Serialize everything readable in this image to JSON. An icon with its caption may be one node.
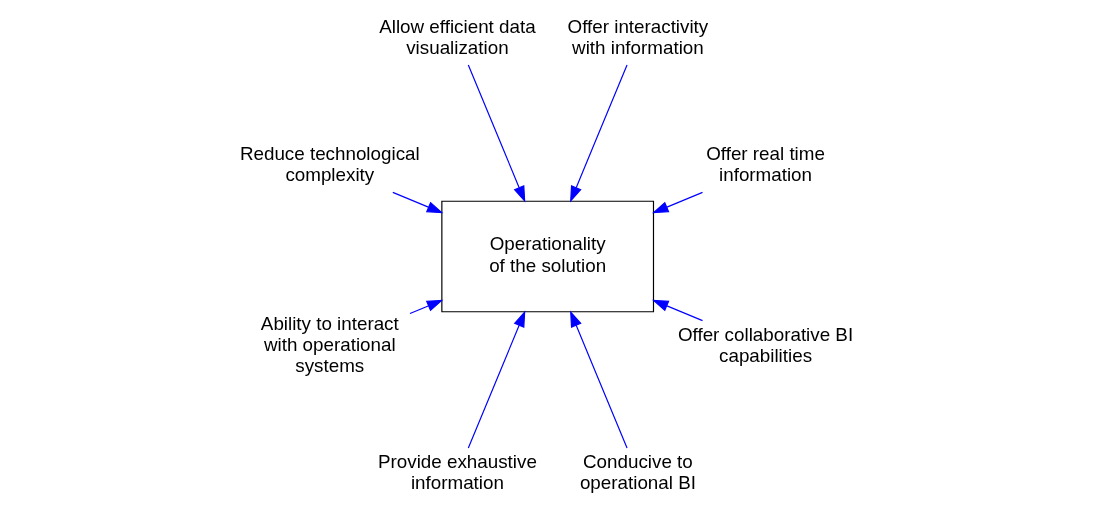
{
  "diagram": {
    "nodes": [
      {
        "text": [
          "Operationality of the solution"
        ]
      },
      {
        "text": [
          "Offer real time information"
        ]
      },
      {
        "text": [
          "Offer interactivity with information"
        ]
      },
      {
        "text": [
          "Allow efficient data visualization"
        ]
      },
      {
        "text": [
          "Reduce technological complexity"
        ]
      },
      {
        "text": [
          "Ability to interact with operational systems"
        ]
      },
      {
        "text": [
          "Provide exhaustive information"
        ]
      },
      {
        "text": [
          "Conducive to operational BI"
        ]
      },
      {
        "text": [
          "Offer collaborative BI capabilities"
        ]
      }
    ],
    "edges": [
      {
        "from": 1,
        "to": 0,
        "arrow": "to"
      },
      {
        "from": 2,
        "to": 0,
        "arrow": "to"
      },
      {
        "from": 3,
        "to": 0,
        "arrow": "to"
      },
      {
        "from": 4,
        "to": 0,
        "arrow": "to"
      },
      {
        "from": 5,
        "to": 0,
        "arrow": "to"
      },
      {
        "from": 6,
        "to": 0,
        "arrow": "to"
      },
      {
        "from": 7,
        "to": 0,
        "arrow": "to"
      },
      {
        "from": 8,
        "to": 0,
        "arrow": "to"
      }
    ]
  }
}
